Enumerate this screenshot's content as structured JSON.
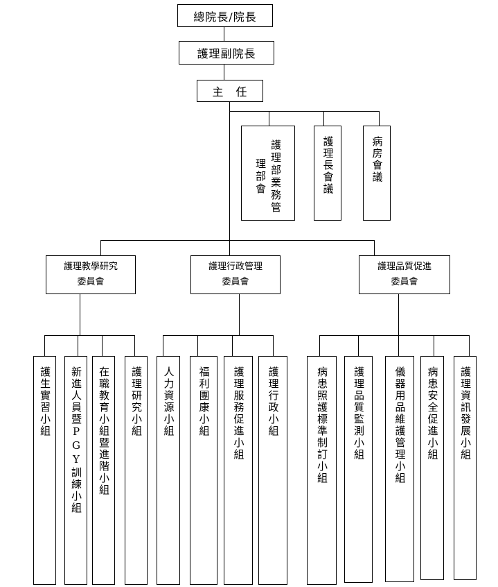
{
  "org": {
    "top": "總院長/院長",
    "vice": "護理副院長",
    "director": "主　任",
    "staff": [
      "護理部業務管理部會",
      "護理長會議",
      "病房會議"
    ],
    "committees": [
      {
        "line1": "護理教學研究",
        "line2": "委員會"
      },
      {
        "line1": "護理行政管理",
        "line2": "委員會"
      },
      {
        "line1": "護理品質促進",
        "line2": "委員會"
      }
    ],
    "groups_teaching": [
      "護生實習小組",
      "新進人員暨PGY訓練小組",
      "在職教育小組暨進階小組",
      "護理研究小組"
    ],
    "groups_admin": [
      "人力資源小組",
      "福利團康小組",
      "護理服務促進小組",
      "護理行政小組"
    ],
    "groups_quality": [
      "病患照護標準制訂小組",
      "護理品質監測小組",
      "儀器用品維護管理小組",
      "病患安全促進小組",
      "護理資訊發展小組"
    ]
  }
}
